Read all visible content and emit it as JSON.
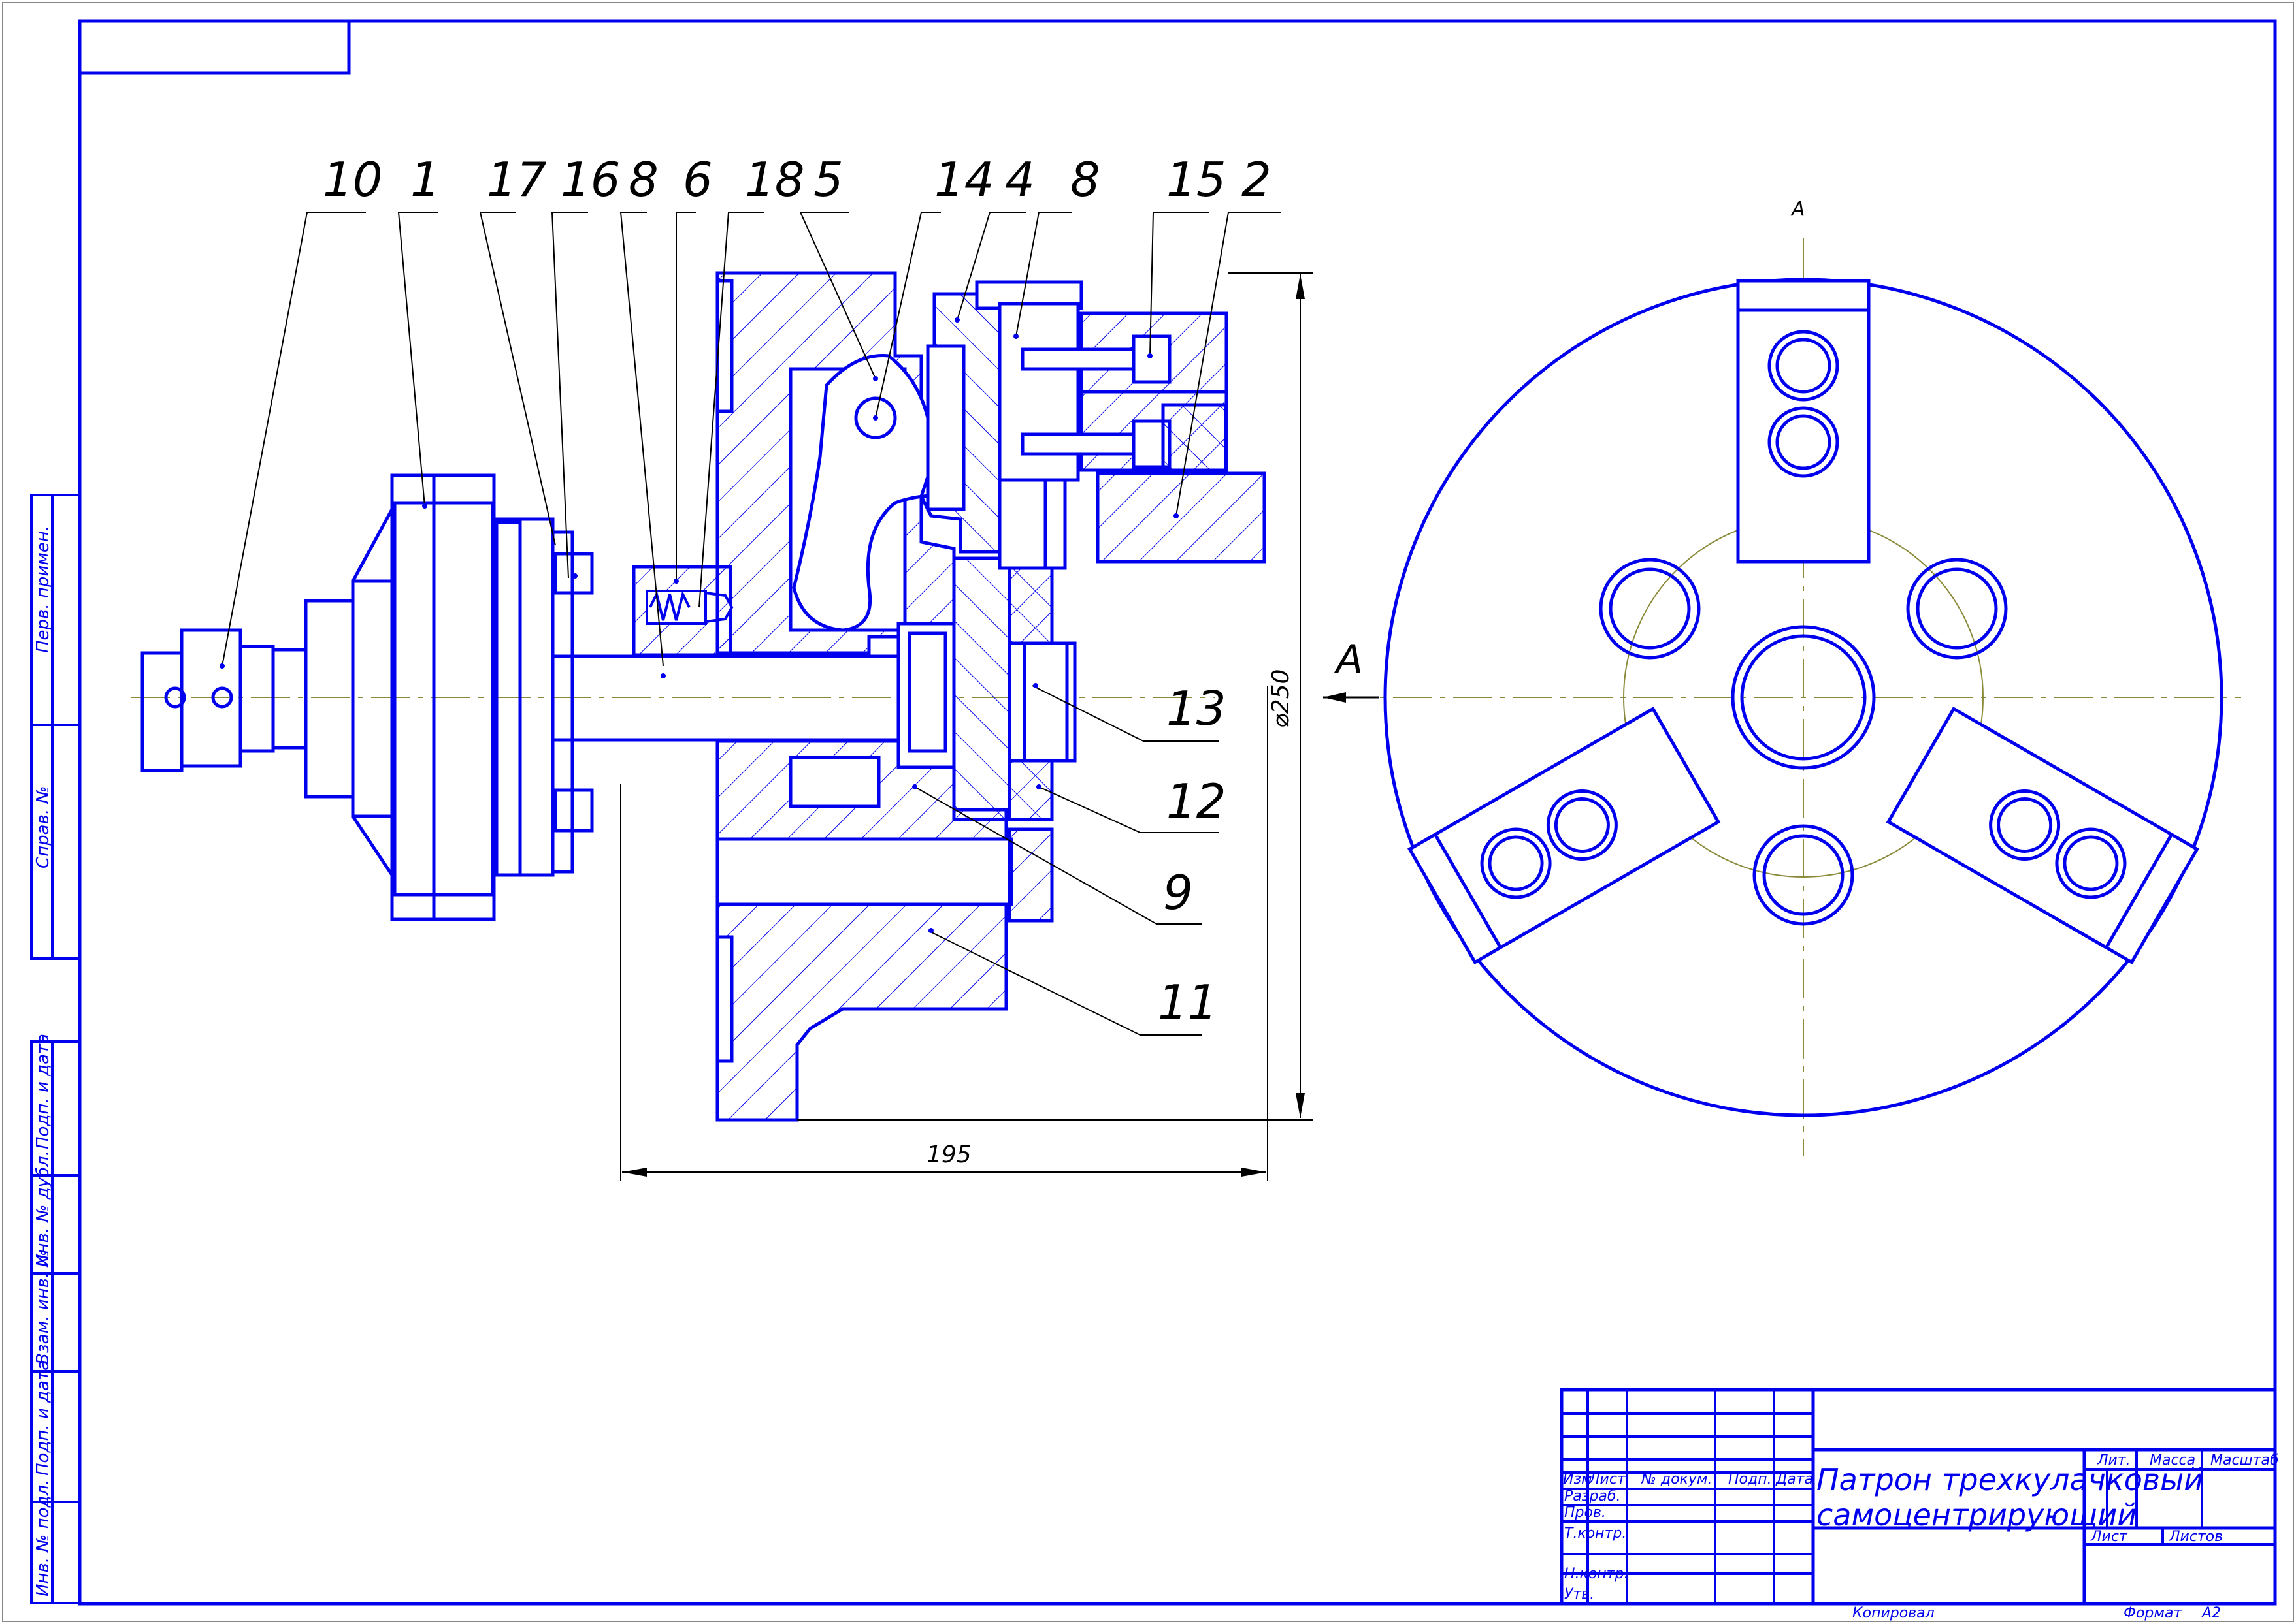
{
  "drawing": {
    "part_numbers": [
      "10",
      "1",
      "17",
      "16",
      "8",
      "6",
      "18",
      "5",
      "14",
      "4",
      "8",
      "15",
      "2",
      "13",
      "12",
      "9",
      "11"
    ],
    "dimensions": {
      "length": "195",
      "diameter": "⌀250"
    },
    "view_label": "A",
    "section_arrow_label": "A"
  },
  "side_stamp": {
    "labels": [
      "Перв. примен.",
      "Справ. №",
      "Подп. и дата",
      "Инв. № дубл.",
      "Взам. инв. №",
      "Подп. и дата",
      "Инв. № подл."
    ]
  },
  "title_block": {
    "header": [
      "Изм",
      "Лист",
      "№ докум.",
      "Подп.",
      "Дата"
    ],
    "roles": [
      "Разраб.",
      "Пров.",
      "Т.контр.",
      "Н.контр.",
      "Утв."
    ],
    "title_line1": "Патрон трехкулачковый",
    "title_line2": "самоцентрирующий",
    "cols": [
      "Лит.",
      "Масса",
      "Масштаб"
    ],
    "sheet_label": "Лист",
    "sheets_label": "Листов",
    "copied": "Копировал",
    "format_label": "Формат",
    "format_value": "А2"
  },
  "colors": {
    "line": "#0000ee",
    "hatch": "#0000ee",
    "center": "#8a8a3a",
    "dim": "#000000"
  }
}
